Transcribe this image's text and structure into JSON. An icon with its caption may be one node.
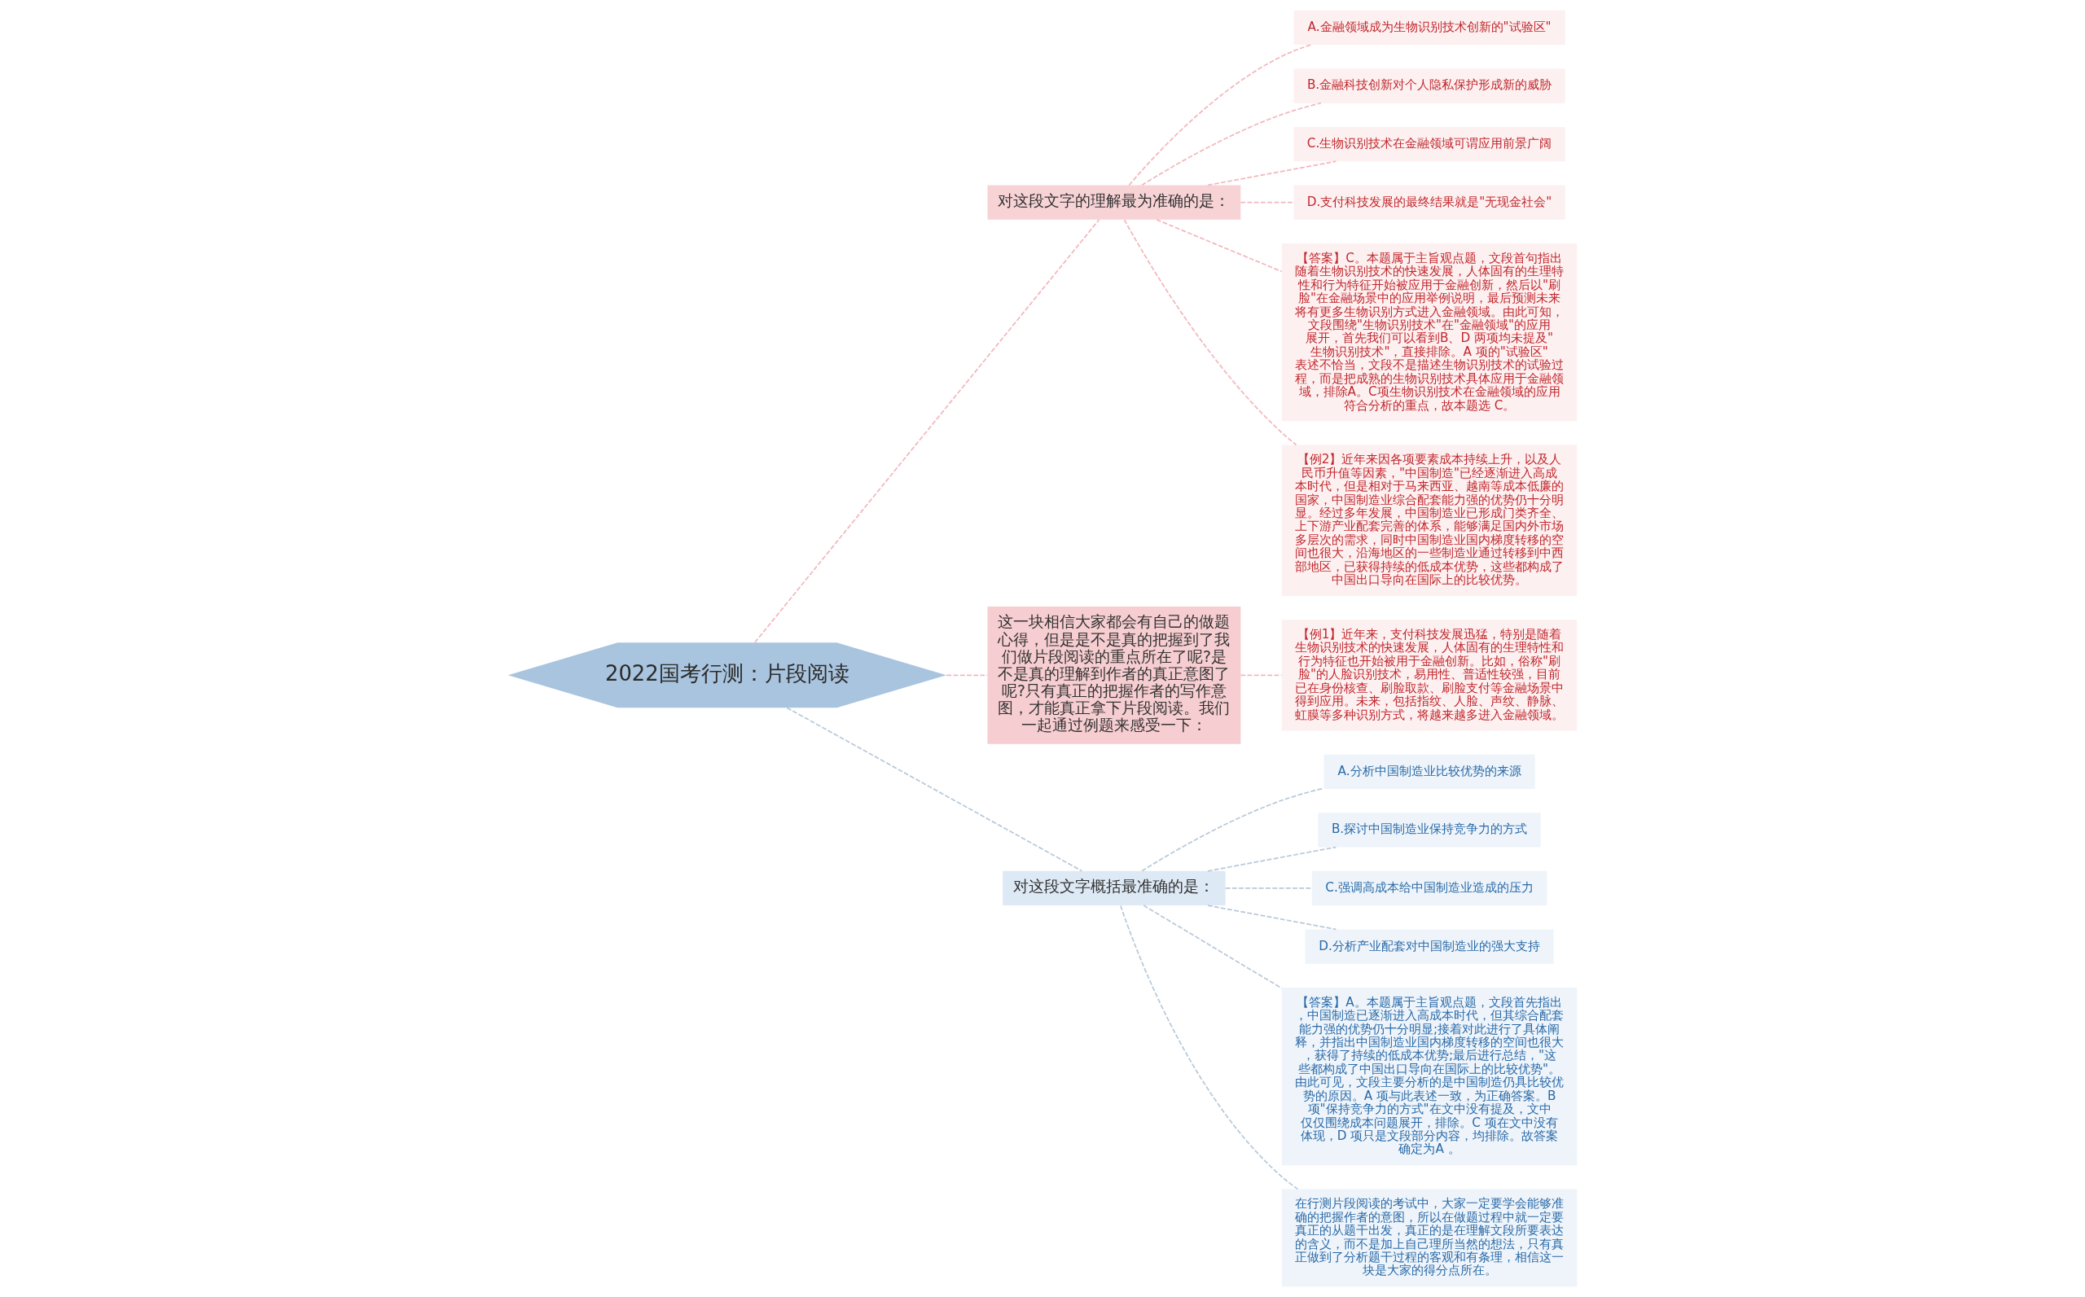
{
  "diagram": {
    "nodes": [
      {
        "text": [
          "2022国考行测：片段阅读"
        ]
      },
      {
        "text": [
          "对这段文字的理解最为准确的是："
        ]
      },
      {
        "text": [
          "A.金融领域成为生物识别技术创新的\"试验区\""
        ]
      },
      {
        "text": [
          "B.金融科技创新对个人隐私保护形成新的威胁"
        ]
      },
      {
        "text": [
          "C.生物识别技术在金融领域可谓应用前景广阔"
        ]
      },
      {
        "text": [
          "D.支付科技发展的最终结果就是\"无现金社会\""
        ]
      },
      {
        "text": [
          "【答案】C。本题属于主旨观点题，文段首句指出随着生物识别技术的快速发展，人体固有的生理特性和行为特征开始被应用于金融创新，然后以\"刷脸\"在金融场景中的应用举例说明，最后预测未来将有更多生物识别方式进入金融领域。由此可知，文段围绕\"生物识别技术\"在\"金融领域\"的应用展开，首先我们可以看到B、D 两项均未提及\"生物识别技术\"，直接排除。A 项的\"试验区\"表述不恰当，文段不是描述生物识别技术的试验过程，而是把成熟的生物识别技术具体应用于金融领域，排除A。C项生物识别技术在金融领域的应用符合分析的重点，故本题选 C。"
        ]
      },
      {
        "text": [
          "【例2】近年来因各项要素成本持续上升，以及人民币升值等因素，\"中国制造\"已经逐渐进入高成本时代，但是相对于马来西亚、越南等成本低廉的国家，中国制造业综合配套能力强的优势仍十分明显。经过多年发展，中国制造业已形成门类齐全、上下游产业配套完善的体系，能够满足国内外市场多层次的需求，同时中国制造业国内梯度转移的空间也很大，沿海地区的一些制造业通过转移到中西部地区，已获得持续的低成本优势，这些都构成了中国出口导向在国际上的比较优势。"
        ]
      },
      {
        "text": [
          "这一块相信大家都会有自己的做题心得，但是是不是真的把握到了我们做片段阅读的重点所在了呢?是不是真的理解到作者的真正意图了呢?只有真正的把握作者的写作意图，才能真正拿下片段阅读。我们一起通过例题来感受一下："
        ]
      },
      {
        "text": [
          "【例1】近年来，支付科技发展迅猛，特别是随着生物识别技术的快速发展，人体固有的生理特性和行为特征也开始被用于金融创新。比如，俗称\"刷脸\"的人脸识别技术，易用性、普适性较强，目前已在身份核查、刷脸取款、刷脸支付等金融场景中得到应用。未来，包括指纹、人脸、声纹、静脉、虹膜等多种识别方式，将越来越多进入金融领域。"
        ]
      },
      {
        "text": [
          "对这段文字概括最准确的是："
        ]
      },
      {
        "text": [
          "A.分析中国制造业比较优势的来源"
        ]
      },
      {
        "text": [
          "B.探讨中国制造业保持竞争力的方式"
        ]
      },
      {
        "text": [
          "C.强调高成本给中国制造业造成的压力"
        ]
      },
      {
        "text": [
          "D.分析产业配套对中国制造业的强大支持"
        ]
      },
      {
        "text": [
          "【答案】A。本题属于主旨观点题，文段首先指出，中国制造已逐渐进入高成本时代，但其综合配套能力强的优势仍十分明显;接着对此进行了具体阐释，并指出中国制造业国内梯度转移的空间也很大，获得了持续的低成本优势;最后进行总结，\"这些都构成了中国出口导向在国际上的比较优势\"。由此可见，文段主要分析的是中国制造仍具比较优势的原因。A 项与此表述一致，为正确答案。B 项\"保持竞争力的方式\"在文中没有提及，文中仅仅围绕成本问题展开，排除。C 项在文中没有体现，D 项只是文段部分内容，均排除。故答案确定为A 。"
        ]
      },
      {
        "text": [
          "在行测片段阅读的考试中，大家一定要学会能够准确的把握作者的意图，所以在做题过程中就一定要真正的从题干出发，真正的是在理解文段所要表达的含义，而不是加上自己理所当然的想法，只有真正做到了分析题干过程的客观和有条理，相信这一块是大家的得分点所在。"
        ]
      }
    ],
    "edges": [
      {
        "from": 0,
        "to": 1,
        "arrow": "none",
        "style": "dashed"
      },
      {
        "from": 1,
        "to": 2,
        "arrow": "none",
        "style": "dashed"
      },
      {
        "from": 1,
        "to": 3,
        "arrow": "none",
        "style": "dashed"
      },
      {
        "from": 1,
        "to": 4,
        "arrow": "none",
        "style": "dashed"
      },
      {
        "from": 1,
        "to": 5,
        "arrow": "none",
        "style": "dashed"
      },
      {
        "from": 1,
        "to": 6,
        "arrow": "none",
        "style": "dashed"
      },
      {
        "from": 1,
        "to": 7,
        "arrow": "none",
        "style": "dashed"
      },
      {
        "from": 0,
        "to": 8,
        "arrow": "none",
        "style": "dashed"
      },
      {
        "from": 8,
        "to": 9,
        "arrow": "none",
        "style": "dashed"
      },
      {
        "from": 0,
        "to": 10,
        "arrow": "none",
        "style": "dashed",
        "color": "#b9c9d9"
      },
      {
        "from": 10,
        "to": 11,
        "arrow": "none",
        "style": "dashed",
        "color": "#b9c9d9"
      },
      {
        "from": 10,
        "to": 12,
        "arrow": "none",
        "style": "dashed",
        "color": "#b9c9d9"
      },
      {
        "from": 10,
        "to": 13,
        "arrow": "none",
        "style": "dashed",
        "color": "#b9c9d9"
      },
      {
        "from": 10,
        "to": 14,
        "arrow": "none",
        "style": "dashed",
        "color": "#b9c9d9"
      },
      {
        "from": 10,
        "to": 15,
        "arrow": "none",
        "style": "dashed",
        "color": "#b9c9d9"
      },
      {
        "from": 10,
        "to": 16,
        "arrow": "none",
        "style": "dashed",
        "color": "#b9c9d9"
      }
    ]
  }
}
